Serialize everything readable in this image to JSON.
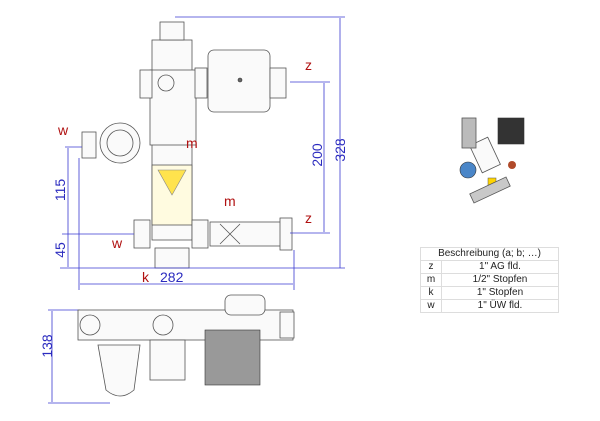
{
  "front_view": {
    "dimensions": {
      "height_total": "328",
      "height_pump": "200",
      "height_left": "115",
      "height_bottom": "45",
      "width": "282"
    },
    "labels": {
      "z_top": "z",
      "z_bottom": "z",
      "m_upper": "m",
      "m_lower": "m",
      "w_left": "w",
      "w_bottom": "w",
      "k_bottom": "k"
    }
  },
  "side_view": {
    "dimensions": {
      "depth": "138"
    }
  },
  "legend": {
    "header": "Beschreibung (a; b; …)",
    "rows": [
      {
        "key": "z",
        "value": "1\" AG fld."
      },
      {
        "key": "m",
        "value": "1/2\" Stopfen"
      },
      {
        "key": "k",
        "value": "1\" Stopfen"
      },
      {
        "key": "w",
        "value": "1\" ÜW fld."
      }
    ]
  },
  "colors": {
    "dimension": "#2b2bbf",
    "label": "#b01010"
  }
}
